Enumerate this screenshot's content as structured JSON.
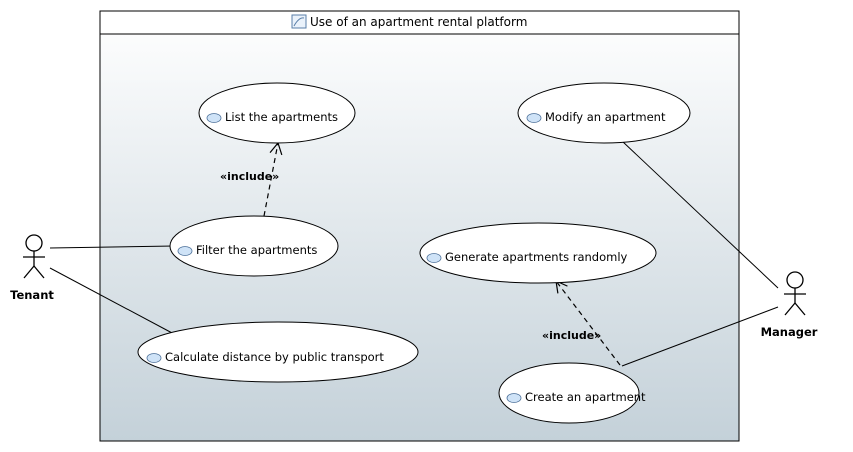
{
  "system": {
    "title": "Use of an apartment rental platform"
  },
  "actors": {
    "tenant": "Tenant",
    "manager": "Manager"
  },
  "use_cases": {
    "list": "List the apartments",
    "filter": "Filter the apartments",
    "calc": "Calculate distance by public transport",
    "modify": "Modify an apartment",
    "generate": "Generate apartments randomly",
    "create": "Create an apartment"
  },
  "relations": {
    "include_1": "«include»",
    "include_2": "«include»"
  },
  "colors": {
    "boundary_top": "#ffffff",
    "boundary_bottom": "#c4d1d9",
    "usecase_icon": "#cfe3f7"
  }
}
